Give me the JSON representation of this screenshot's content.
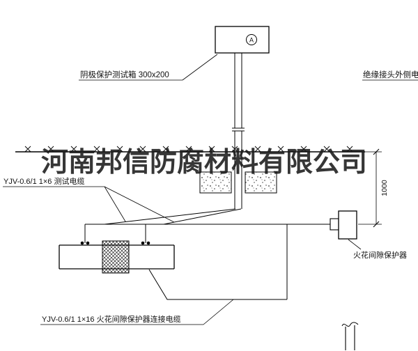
{
  "watermark": {
    "text": "河南邦信防腐材料有限公司"
  },
  "test_box": {
    "label": "阴极保护测试箱 300x200",
    "meter_symbol": "A"
  },
  "right_cable": {
    "label": "绝缘接头外侧电缆"
  },
  "test_cable": {
    "label": "YJV-0.6/1 1×6  测试电缆"
  },
  "spark_gap": {
    "device_label": "火花间隙保护器",
    "cable_label": "YJV-0.6/1 1×16  火花间隙保护器连接电缆"
  },
  "dimension": {
    "value": "1000"
  },
  "colors": {
    "line": "#000000",
    "background": "#ffffff"
  }
}
